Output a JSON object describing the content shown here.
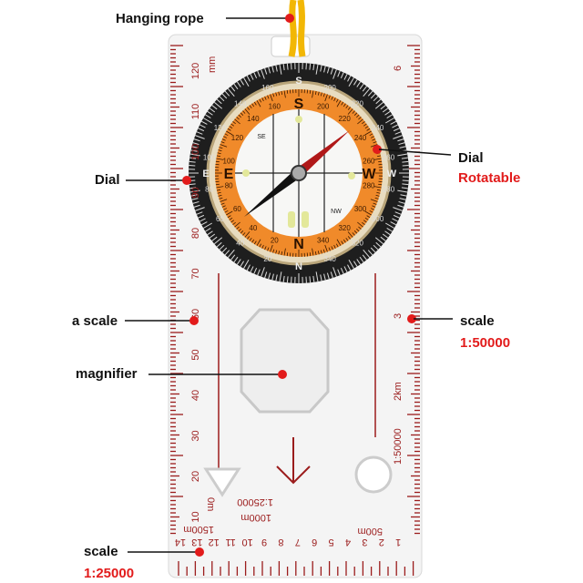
{
  "annotations": {
    "rope": "Hanging rope",
    "dial_left": "Dial",
    "dial_right": "Dial",
    "dial_right_sub": "Rotatable",
    "scale_left": "a scale",
    "scale_right": "scale",
    "scale_right_sub": "1:50000",
    "magnifier": "magnifier",
    "scale_bottom": "scale",
    "scale_bottom_sub": "1:25000"
  },
  "colors": {
    "accent_red": "#e21b1b",
    "ruler": "#9b1c1c",
    "bezel": "#222222",
    "dial_orange": "#f08a2a",
    "rope": "#f2b705"
  },
  "left_ruler": {
    "unit": "mm",
    "labels": [
      "120",
      "110",
      "100",
      "90",
      "80",
      "70",
      "60",
      "50",
      "40",
      "30",
      "20",
      "10"
    ]
  },
  "right_ruler": {
    "labels": [
      "6",
      "3"
    ],
    "vertical_text": "1:50000",
    "vertical_unit": "2km"
  },
  "bottom_ruler": {
    "numbers": [
      "14",
      "13",
      "12",
      "11",
      "10",
      "9",
      "8",
      "7",
      "6",
      "5",
      "4",
      "3",
      "2",
      "1"
    ],
    "marks": {
      "m1500": "1500m",
      "m0": "0m",
      "m1000": "1000m",
      "ratio": "1:25000",
      "m500": "500m"
    }
  },
  "bezel": {
    "cardinals": {
      "N": "N",
      "E": "E",
      "S": "S",
      "W": "W"
    },
    "degrees": [
      "20",
      "40",
      "60",
      "80",
      "100",
      "120",
      "140",
      "160",
      "200",
      "220",
      "240",
      "260",
      "280",
      "300",
      "320",
      "340"
    ]
  },
  "dial": {
    "cardinals": {
      "N": "N",
      "E": "E",
      "S": "S",
      "W": "W",
      "SE": "SE",
      "NW": "NW"
    }
  }
}
